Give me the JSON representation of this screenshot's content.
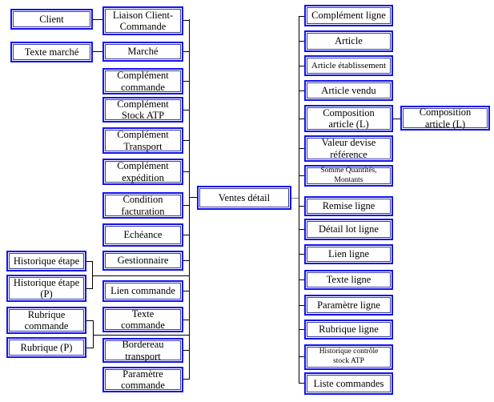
{
  "diagram": {
    "center_node": {
      "label": "Ventes détail"
    },
    "left_outer_nodes": [
      {
        "label": "Client"
      },
      {
        "label": "Texte marché"
      },
      {
        "label": "Historique étape"
      },
      {
        "label": "Historique étape (P)"
      },
      {
        "label": "Rubrique commande"
      },
      {
        "label": "Rubrique (P)"
      }
    ],
    "left_column_nodes": [
      {
        "label": "Liaison Client-Commande"
      },
      {
        "label": "Marché"
      },
      {
        "label": "Complément commande"
      },
      {
        "label": "Complément Stock ATP"
      },
      {
        "label": "Complément Transport"
      },
      {
        "label": "Complément expédition"
      },
      {
        "label": "Condition facturation"
      },
      {
        "label": "Echéance"
      },
      {
        "label": "Gestionnaire"
      },
      {
        "label": "Lien commande"
      },
      {
        "label": "Texte commande"
      },
      {
        "label": "Bordereau transport"
      },
      {
        "label": "Paramètre commande"
      }
    ],
    "right_column_nodes": [
      {
        "label": "Complément ligne"
      },
      {
        "label": "Article"
      },
      {
        "label": "Article établissement"
      },
      {
        "label": "Article vendu"
      },
      {
        "label": "Composition article (L)"
      },
      {
        "label": "Valeur devise référence"
      },
      {
        "label": "Somme Quantités, Montants"
      },
      {
        "label": "Remise ligne"
      },
      {
        "label": "Détail lot ligne"
      },
      {
        "label": "Lien ligne"
      },
      {
        "label": "Texte ligne"
      },
      {
        "label": "Paramètre ligne"
      },
      {
        "label": "Rubrique ligne"
      },
      {
        "label": "Historique contrôle stock ATP"
      },
      {
        "label": "Liste commandes"
      }
    ],
    "right_outer_nodes": [
      {
        "label": "Composition article (L)"
      }
    ],
    "colors": {
      "box_border": "#1313ee",
      "box_inner_line": "#3c3c9a",
      "connector": "#000000",
      "connector_gray": "#808080"
    }
  }
}
